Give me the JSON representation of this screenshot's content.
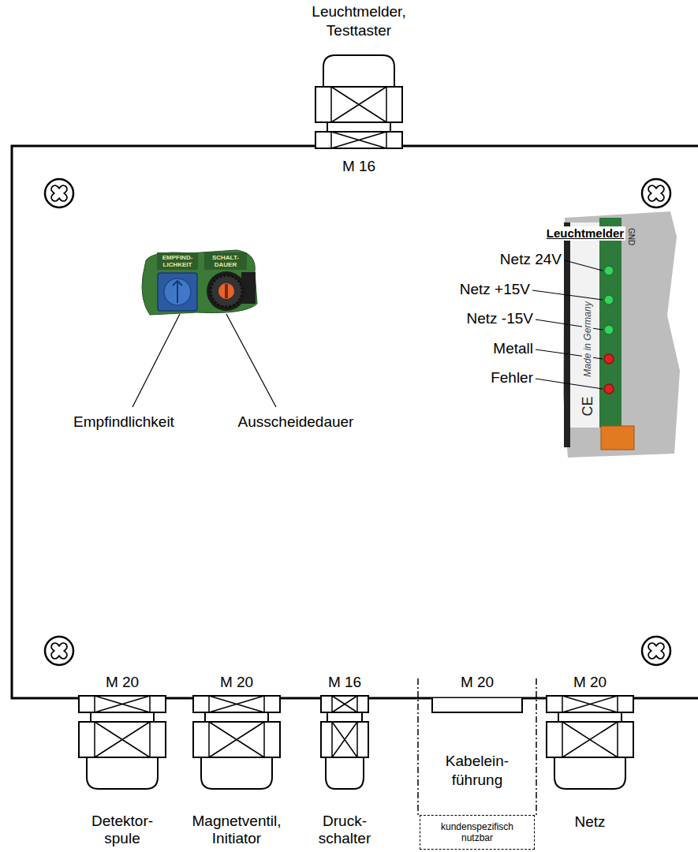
{
  "diagram": {
    "nodes": [
      {
        "text": [
          "kundenspezifisch nutzbar"
        ]
      }
    ],
    "labels": [
      "Leuchtmelder, Testtaster",
      "M 16",
      "Leuchtmelder",
      "Netz 24V",
      "Netz +15V",
      "Netz -15V",
      "Metall",
      "Fehler",
      "GND",
      "Made in Germany",
      "CE",
      "EMPFIND- LICHKEIT",
      "SCHALT- DAUER",
      "Empfindlichkeit",
      "Ausscheidedauer",
      "M 20",
      "M 20",
      "M 16",
      "M 20",
      "M 20",
      "Kabelein- führung",
      "Detektor- spule",
      "Magnetventil, Initiator",
      "Druck- schalter",
      "Netz"
    ]
  }
}
